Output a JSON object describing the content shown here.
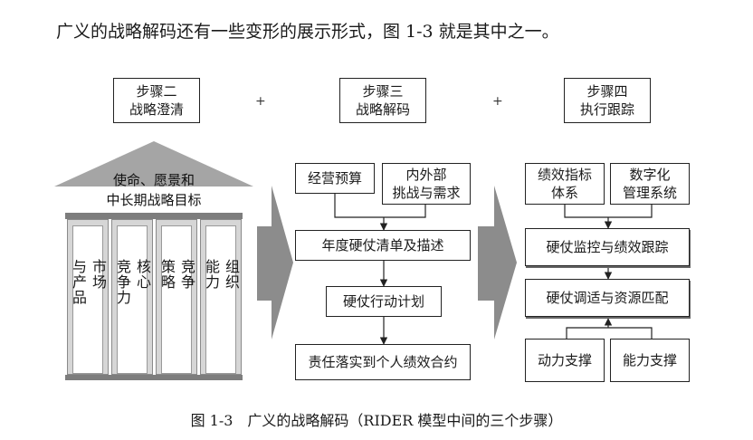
{
  "intro_text": "广义的战略解码还有一些变形的展示形式，图 1-3 就是其中之一。",
  "plus_sign": "+",
  "steps": [
    {
      "line1": "步骤二",
      "line2": "战略澄清"
    },
    {
      "line1": "步骤三",
      "line2": "战略解码"
    },
    {
      "line1": "步骤四",
      "line2": "执行跟踪"
    }
  ],
  "house": {
    "roof_line1": "使命、愿景和",
    "roof_line2": "中长期战略目标",
    "pillars": [
      {
        "col1": "市场",
        "col2": "与产品"
      },
      {
        "col1": "核心",
        "col2": "竞争力"
      },
      {
        "col1": "竞争",
        "col2": "策略"
      },
      {
        "col1": "组织",
        "col2": "能力"
      }
    ]
  },
  "decode": {
    "budget": "经营预算",
    "challenge_line1": "内外部",
    "challenge_line2": "挑战与需求",
    "hard_list": "年度硬仗清单及描述",
    "action_plan": "硬仗行动计划",
    "responsibility": "责任落实到个人绩效合约"
  },
  "track": {
    "kpi_line1": "绩效指标",
    "kpi_line2": "体系",
    "digital_line1": "数字化",
    "digital_line2": "管理系统",
    "monitor": "硬仗监控与绩效跟踪",
    "adjust": "硬仗调适与资源匹配",
    "motivation": "动力支撑",
    "capability": "能力支撑"
  },
  "caption": "图 1-3　广义的战略解码（RIDER 模型中间的三个步骤）",
  "colors": {
    "arrow_gray": "#8c8c8c",
    "roof_gray": "#a5a5a5",
    "bar_gray": "#7d7d7d"
  }
}
